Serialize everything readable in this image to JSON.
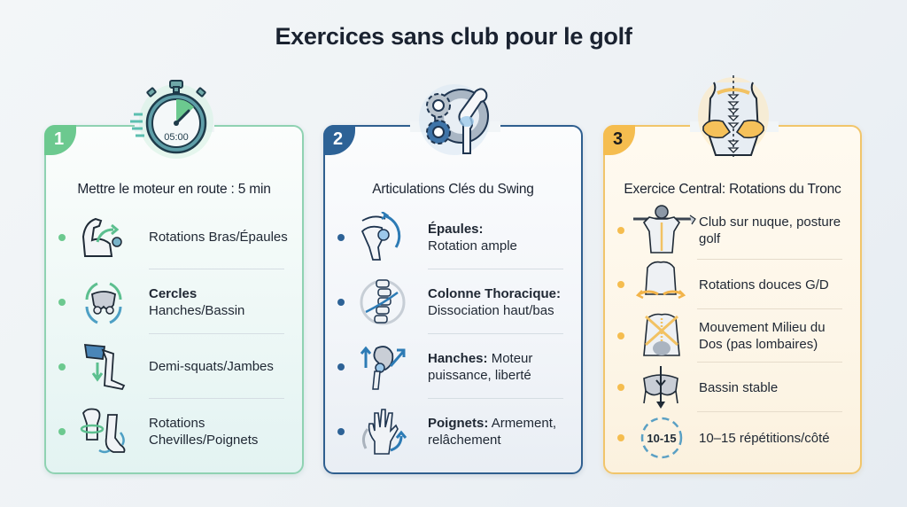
{
  "title": "Exercices sans club pour le golf",
  "colors": {
    "card1_accent": "#6cc98f",
    "card2_accent": "#2d6296",
    "card3_accent": "#f5bd4f"
  },
  "cards": [
    {
      "number": "1",
      "hero_icon": "stopwatch-icon",
      "hero_text": "05:00",
      "title": "Mettre le moteur en route : 5 min",
      "items": [
        {
          "icon": "arm-rotation-icon",
          "bold": "",
          "text": "Rotations Bras/Épaules"
        },
        {
          "icon": "pelvis-circles-icon",
          "bold": "Cercles",
          "text": "Hanches/Bassin"
        },
        {
          "icon": "leg-squat-icon",
          "bold": "",
          "text": "Demi-squats/Jambes"
        },
        {
          "icon": "wrist-ankle-rotation-icon",
          "bold": "",
          "text": "Rotations Chevilles/Poignets"
        }
      ]
    },
    {
      "number": "2",
      "hero_icon": "gears-joint-icon",
      "title": "Articulations Clés du Swing",
      "items": [
        {
          "icon": "shoulder-icon",
          "bold": "Épaules:",
          "text": "Rotation ample"
        },
        {
          "icon": "spine-icon",
          "bold": "Colonne Thoracique:",
          "text": "Dissociation haut/bas"
        },
        {
          "icon": "hip-icon",
          "bold": "Hanches:",
          "text": "Moteur puissance, liberté"
        },
        {
          "icon": "wrist-icon",
          "bold": "Poignets:",
          "text": "Armement, relâchement"
        }
      ]
    },
    {
      "number": "3",
      "hero_icon": "torso-rotation-icon",
      "title": "Exercice Central: Rotations du Tronc",
      "items": [
        {
          "icon": "club-behind-neck-icon",
          "bold": "",
          "text": "Club sur nuque, posture golf"
        },
        {
          "icon": "gentle-rotation-icon",
          "bold": "",
          "text": "Rotations douces G/D"
        },
        {
          "icon": "mid-back-icon",
          "bold": "",
          "text": "Mouvement Milieu du Dos (pas lombaires)"
        },
        {
          "icon": "stable-pelvis-icon",
          "bold": "",
          "text": "Bassin stable"
        },
        {
          "icon": "repetitions-cycle-icon",
          "icon_text": "10-15",
          "bold": "",
          "text": "10–15 répétitions/côté"
        }
      ]
    }
  ]
}
